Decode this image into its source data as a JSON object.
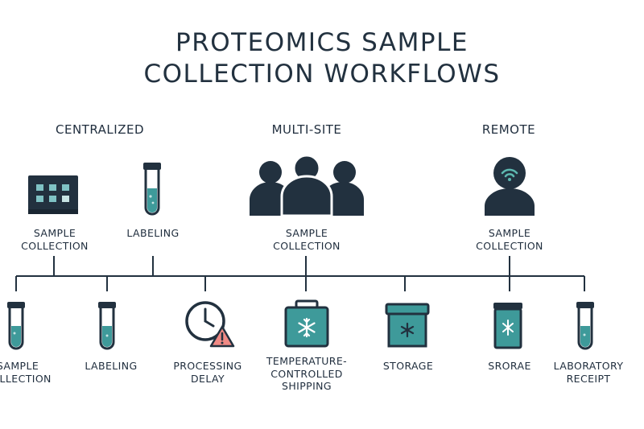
{
  "title": {
    "line1": "PROTEOMICS SAMPLE",
    "line2": "COLLECTION WORKFLOWS"
  },
  "groups": {
    "centralized": "CENTRALIZED",
    "multi_site": "MULTI-SITE",
    "remote": "REMOTE"
  },
  "top_nodes": {
    "central_collection": [
      "SAMPLE",
      "COLLECTION"
    ],
    "central_labeling": "LABELING",
    "multi_collection": [
      "SAMPLE",
      "COLLECTION"
    ],
    "remote_collection": [
      "SAMPLE",
      "COLLECTION"
    ]
  },
  "bottom_nodes": {
    "collection": [
      "SAMPLE",
      "COLLECTION"
    ],
    "labeling": "LABELING",
    "processing_delay": [
      "PROCESSING",
      "DELAY"
    ],
    "shipping": [
      "TEMPERATURE-",
      "CONTROLLED",
      "SHIPPING"
    ],
    "storage": "STORAGE",
    "srorae": "SRORAE",
    "receipt": [
      "LABORATORY",
      "RECEIPT"
    ]
  },
  "colors": {
    "dark": "#22313f",
    "teal": "#3e9a9a",
    "teal_light": "#5db8b0",
    "warning": "#f08a85"
  },
  "icons": [
    "building-icon",
    "test-tube-icon",
    "people-group-icon",
    "remote-person-icon",
    "clock-icon",
    "warning-icon",
    "cooler-box-icon",
    "storage-box-icon",
    "freezer-icon"
  ]
}
